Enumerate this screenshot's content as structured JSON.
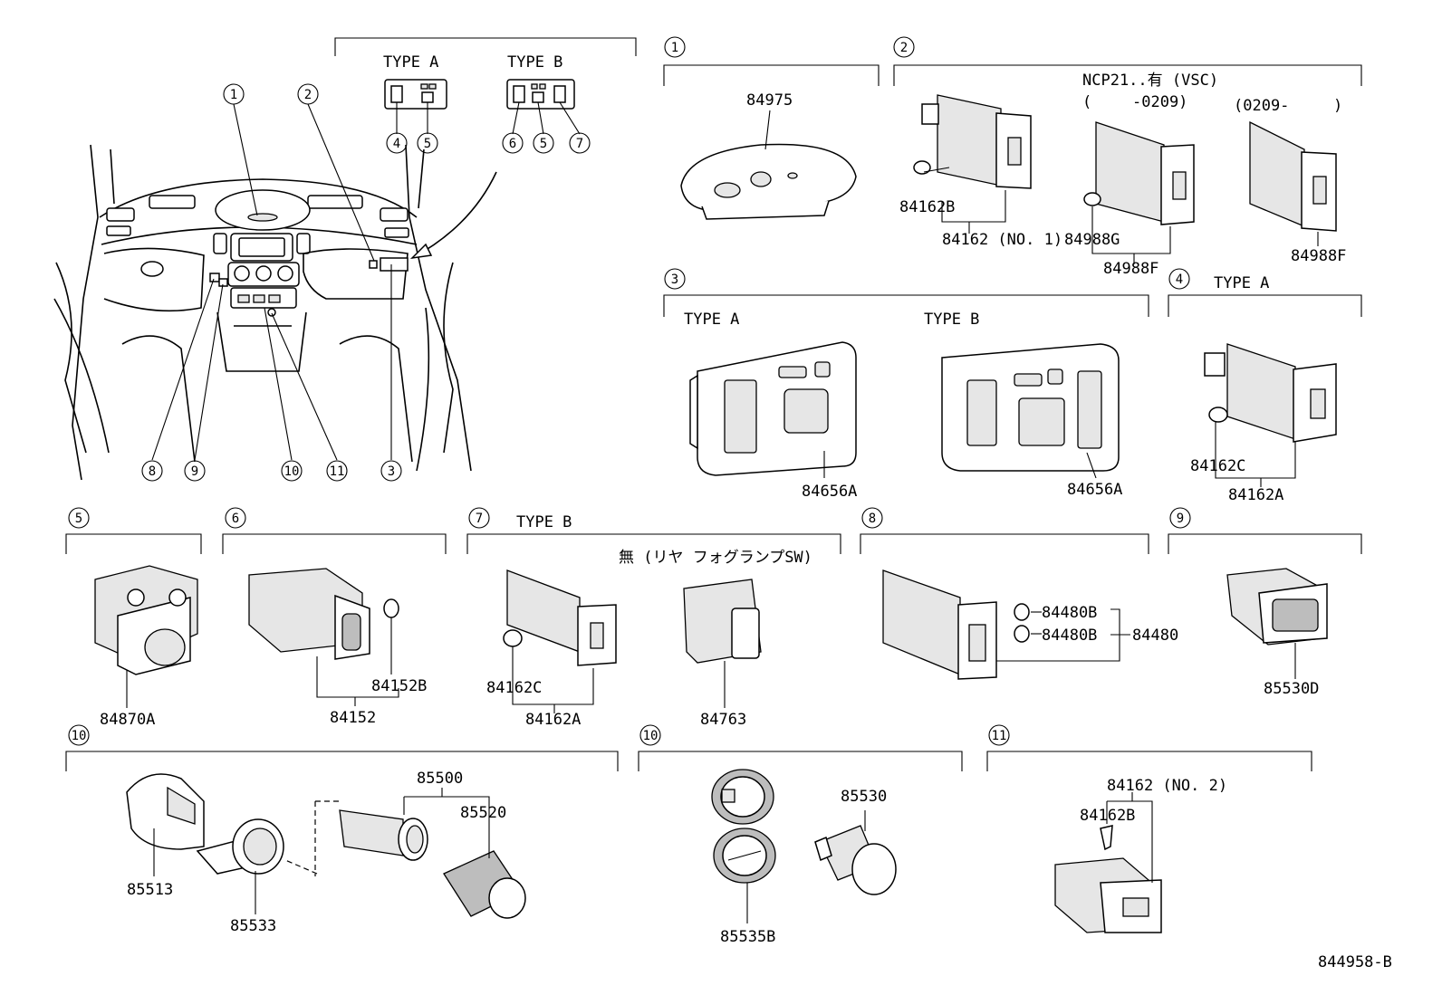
{
  "dashboard": {
    "callouts": [
      "1",
      "2",
      "3",
      "4",
      "5",
      "6",
      "7",
      "8",
      "9",
      "10",
      "11"
    ],
    "type_a_label": "TYPE A",
    "type_b_label": "TYPE B",
    "type_a_nums": [
      "4",
      "5"
    ],
    "type_b_nums": [
      "6",
      "5",
      "7"
    ]
  },
  "sec1": {
    "num": "1",
    "parts": [
      "84975"
    ]
  },
  "sec2": {
    "num": "2",
    "note": "NCP21..有 (VSC)",
    "range1": "(",
    "range1b": "-0209)",
    "range2": "(0209-",
    "range2b": ")",
    "parts": [
      "84162B",
      "84162 (NO. 1)",
      "84988G",
      "84988F",
      "84988F"
    ]
  },
  "sec3": {
    "num": "3",
    "type_a": "TYPE A",
    "type_b": "TYPE B",
    "parts": [
      "84656A",
      "84656A"
    ]
  },
  "sec4": {
    "num": "4",
    "type": "TYPE A",
    "parts": [
      "84162C",
      "84162A"
    ]
  },
  "sec5": {
    "num": "5",
    "parts": [
      "84870A"
    ]
  },
  "sec6": {
    "num": "6",
    "parts": [
      "84152B",
      "84152"
    ]
  },
  "sec7": {
    "num": "7",
    "type": "TYPE B",
    "note": "無 (リヤ フォグランプSW)",
    "parts": [
      "84162C",
      "84162A",
      "84763"
    ]
  },
  "sec8": {
    "num": "8",
    "parts": [
      "84480B",
      "84480B",
      "84480"
    ]
  },
  "sec9": {
    "num": "9",
    "parts": [
      "85530D"
    ]
  },
  "sec10a": {
    "num": "10",
    "parts": [
      "85513",
      "85533",
      "85500",
      "85520"
    ]
  },
  "sec10b": {
    "num": "10",
    "parts": [
      "85530",
      "85535B"
    ]
  },
  "sec11": {
    "num": "11",
    "parts": [
      "84162 (NO. 2)",
      "84162B"
    ]
  },
  "figure_id": "844958-B"
}
